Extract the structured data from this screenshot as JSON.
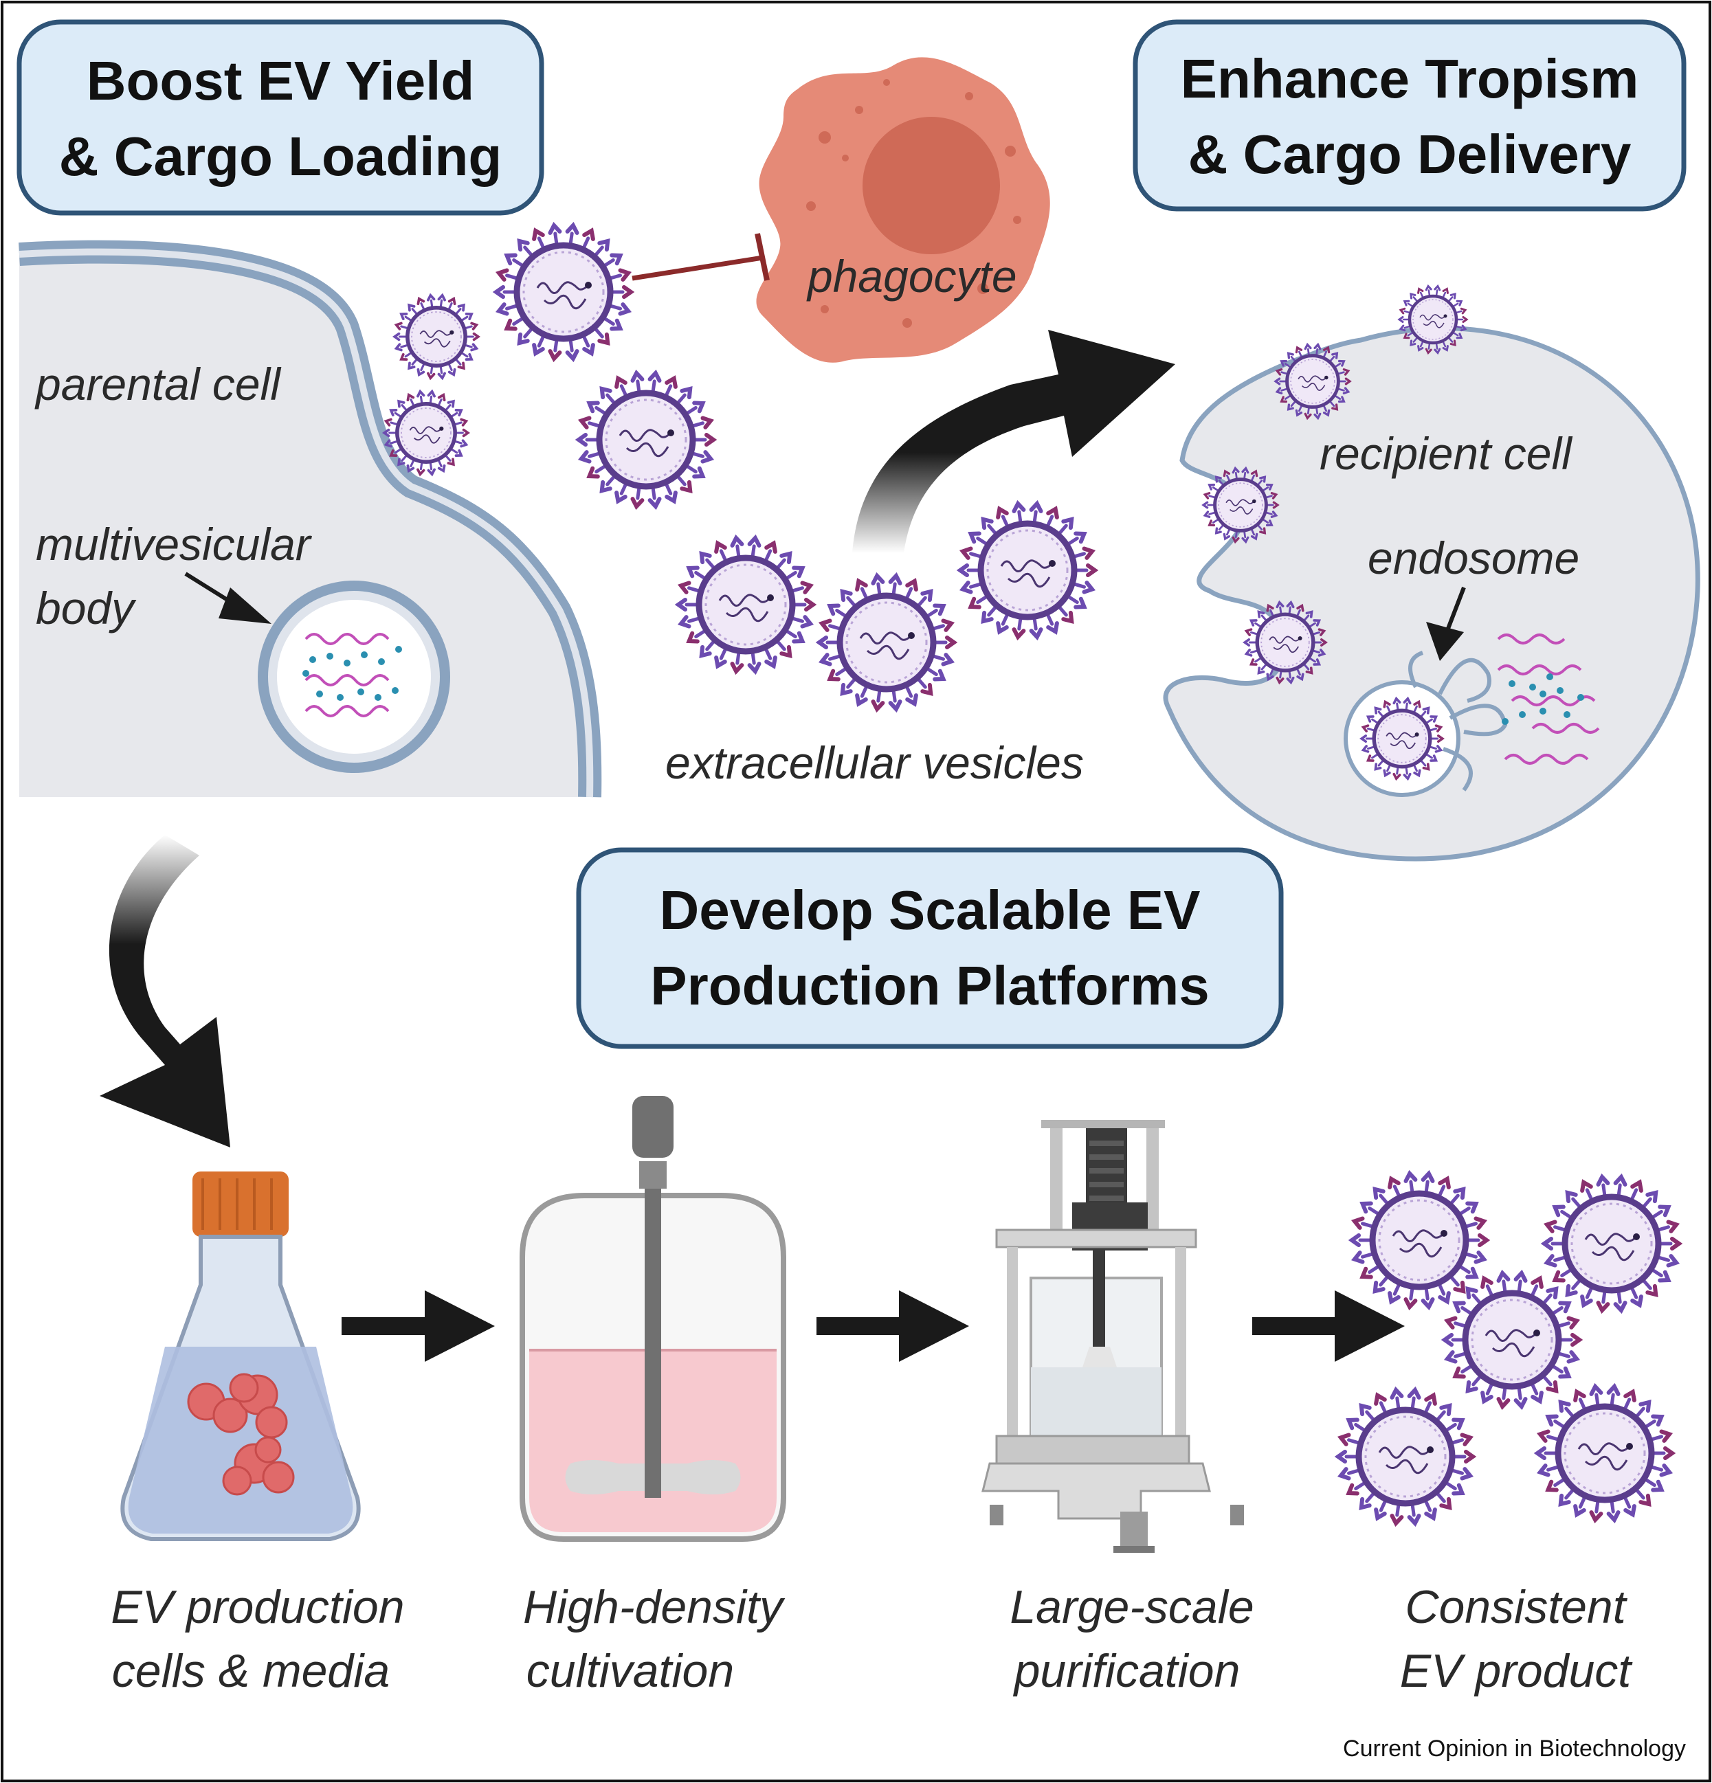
{
  "titles": {
    "yield": [
      "Boost EV Yield",
      "& Cargo Loading"
    ],
    "tropism": [
      "Enhance Tropism",
      "& Cargo Delivery"
    ],
    "scalable": [
      "Develop Scalable EV",
      "Production Platforms"
    ]
  },
  "labels": {
    "phagocyte": "phagocyte",
    "parental_cell": "parental cell",
    "multivesicular_body": [
      "multivesicular",
      "body"
    ],
    "recipient_cell": "recipient cell",
    "endosome": "endosome",
    "extracellular_vesicles": "extracellular vesicles"
  },
  "steps": [
    {
      "lines": [
        "EV production",
        "cells & media"
      ],
      "icon": "culture-flask-icon"
    },
    {
      "lines": [
        "High-density",
        "cultivation"
      ],
      "icon": "bioreactor-icon"
    },
    {
      "lines": [
        "Large-scale",
        "purification"
      ],
      "icon": "purification-system-icon"
    },
    {
      "lines": [
        "Consistent",
        "EV product"
      ],
      "icon": "ev-product-icon"
    }
  ],
  "credit": "Current Opinion in Biotechnology",
  "colors": {
    "title_box_fill": "#dcebf8",
    "title_box_stroke": "#2f5477",
    "cell_fill": "#e7e8ec",
    "cell_membrane": "#8aa3bf",
    "phagocyte_fill": "#e58a77",
    "phagocyte_nucleus": "#cf6a57",
    "ev_fill": "#f0e8f7",
    "ev_ring": "#5a3d8c",
    "ev_spike": "#6c4bb0",
    "arrow": "#1a1a1a",
    "inhibit": "#8b2a2a",
    "media_pink": "#f7c9cf",
    "flask_cap": "#d9712e"
  }
}
